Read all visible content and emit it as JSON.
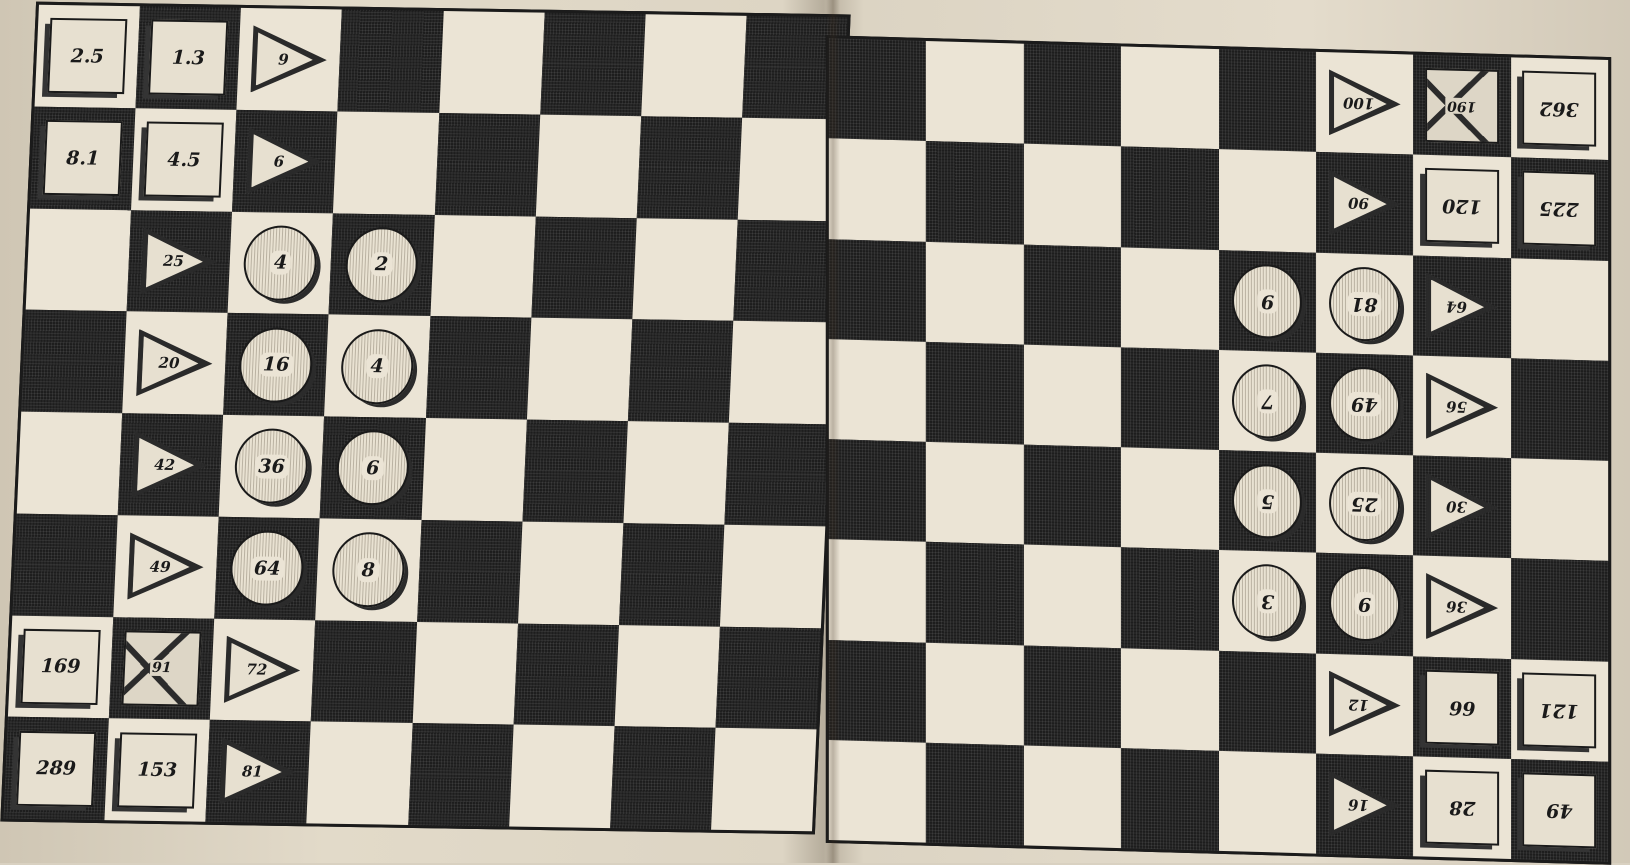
{
  "colors": {
    "paper": "#e2dac9",
    "dark_square": "#1d1d1d",
    "light_square": "#ebe4d5",
    "ink": "#1a1a1a"
  },
  "boards": [
    {
      "id": "left",
      "squares": [
        [
          {
            "piece": "square",
            "label": "2.5"
          },
          {
            "piece": "square",
            "label": "1.3"
          },
          {
            "piece": "triangle",
            "label": "9"
          },
          null,
          null,
          null,
          null,
          null
        ],
        [
          {
            "piece": "square",
            "label": "8.1"
          },
          {
            "piece": "square",
            "label": "4.5"
          },
          {
            "piece": "triangle",
            "label": "6"
          },
          null,
          null,
          null,
          null,
          null
        ],
        [
          null,
          {
            "piece": "triangle",
            "label": "25"
          },
          {
            "piece": "round",
            "label": "4"
          },
          {
            "piece": "round",
            "label": "2"
          },
          null,
          null,
          null,
          null
        ],
        [
          null,
          {
            "piece": "triangle",
            "label": "20"
          },
          {
            "piece": "round",
            "label": "16"
          },
          {
            "piece": "round",
            "label": "4"
          },
          null,
          null,
          null,
          null
        ],
        [
          null,
          {
            "piece": "triangle",
            "label": "42"
          },
          {
            "piece": "round",
            "label": "36"
          },
          {
            "piece": "round",
            "label": "6"
          },
          null,
          null,
          null,
          null
        ],
        [
          null,
          {
            "piece": "triangle",
            "label": "49"
          },
          {
            "piece": "round",
            "label": "64"
          },
          {
            "piece": "round",
            "label": "8"
          },
          null,
          null,
          null,
          null
        ],
        [
          {
            "piece": "square",
            "label": "169"
          },
          {
            "piece": "pyramid",
            "label": "91"
          },
          {
            "piece": "triangle",
            "label": "72"
          },
          null,
          null,
          null,
          null,
          null
        ],
        [
          {
            "piece": "square",
            "label": "289"
          },
          {
            "piece": "square",
            "label": "153"
          },
          {
            "piece": "triangle",
            "label": "81"
          },
          null,
          null,
          null,
          null,
          null
        ]
      ]
    },
    {
      "id": "right",
      "squares": [
        [
          null,
          null,
          null,
          null,
          null,
          {
            "piece": "triangle",
            "label": "100"
          },
          {
            "piece": "pyramid",
            "label": "190"
          },
          {
            "piece": "square",
            "label": "362"
          }
        ],
        [
          null,
          null,
          null,
          null,
          null,
          {
            "piece": "triangle",
            "label": "90"
          },
          {
            "piece": "square",
            "label": "120"
          },
          {
            "piece": "square",
            "label": "225"
          }
        ],
        [
          null,
          null,
          null,
          null,
          {
            "piece": "round",
            "label": "9"
          },
          {
            "piece": "round",
            "label": "81"
          },
          {
            "piece": "triangle",
            "label": "64"
          },
          null
        ],
        [
          null,
          null,
          null,
          null,
          {
            "piece": "round",
            "label": "7"
          },
          {
            "piece": "round",
            "label": "49"
          },
          {
            "piece": "triangle",
            "label": "56"
          },
          null
        ],
        [
          null,
          null,
          null,
          null,
          {
            "piece": "round",
            "label": "5"
          },
          {
            "piece": "round",
            "label": "25"
          },
          {
            "piece": "triangle",
            "label": "30"
          },
          null
        ],
        [
          null,
          null,
          null,
          null,
          {
            "piece": "round",
            "label": "3"
          },
          {
            "piece": "round",
            "label": "9"
          },
          {
            "piece": "triangle",
            "label": "36"
          },
          null
        ],
        [
          null,
          null,
          null,
          null,
          null,
          {
            "piece": "triangle",
            "label": "12"
          },
          {
            "piece": "square",
            "label": "66"
          },
          {
            "piece": "square",
            "label": "121"
          }
        ],
        [
          null,
          null,
          null,
          null,
          null,
          {
            "piece": "triangle",
            "label": "16"
          },
          {
            "piece": "square",
            "label": "28"
          },
          {
            "piece": "square",
            "label": "49"
          }
        ]
      ]
    }
  ]
}
